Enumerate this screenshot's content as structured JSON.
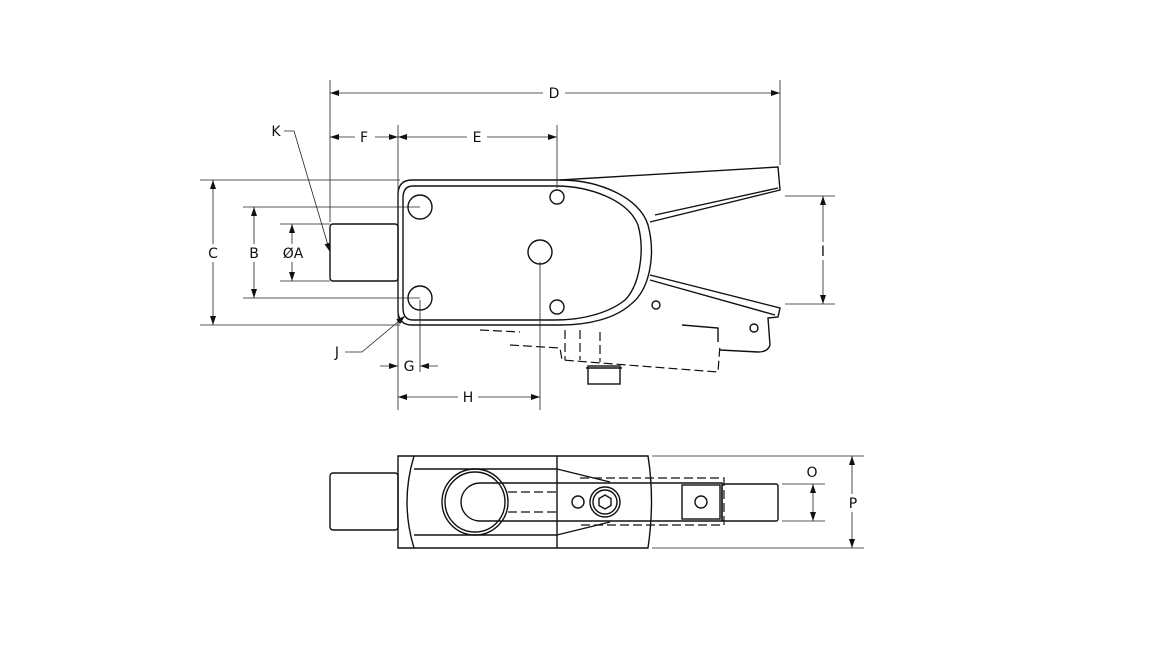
{
  "drawing": {
    "labels": {
      "D": "D",
      "F": "F",
      "E": "E",
      "K": "K",
      "C": "C",
      "B": "B",
      "A": "ØA",
      "I": "I",
      "J": "J",
      "G": "G",
      "H": "H",
      "O": "O",
      "P": "P"
    },
    "line_color": "#111111"
  }
}
